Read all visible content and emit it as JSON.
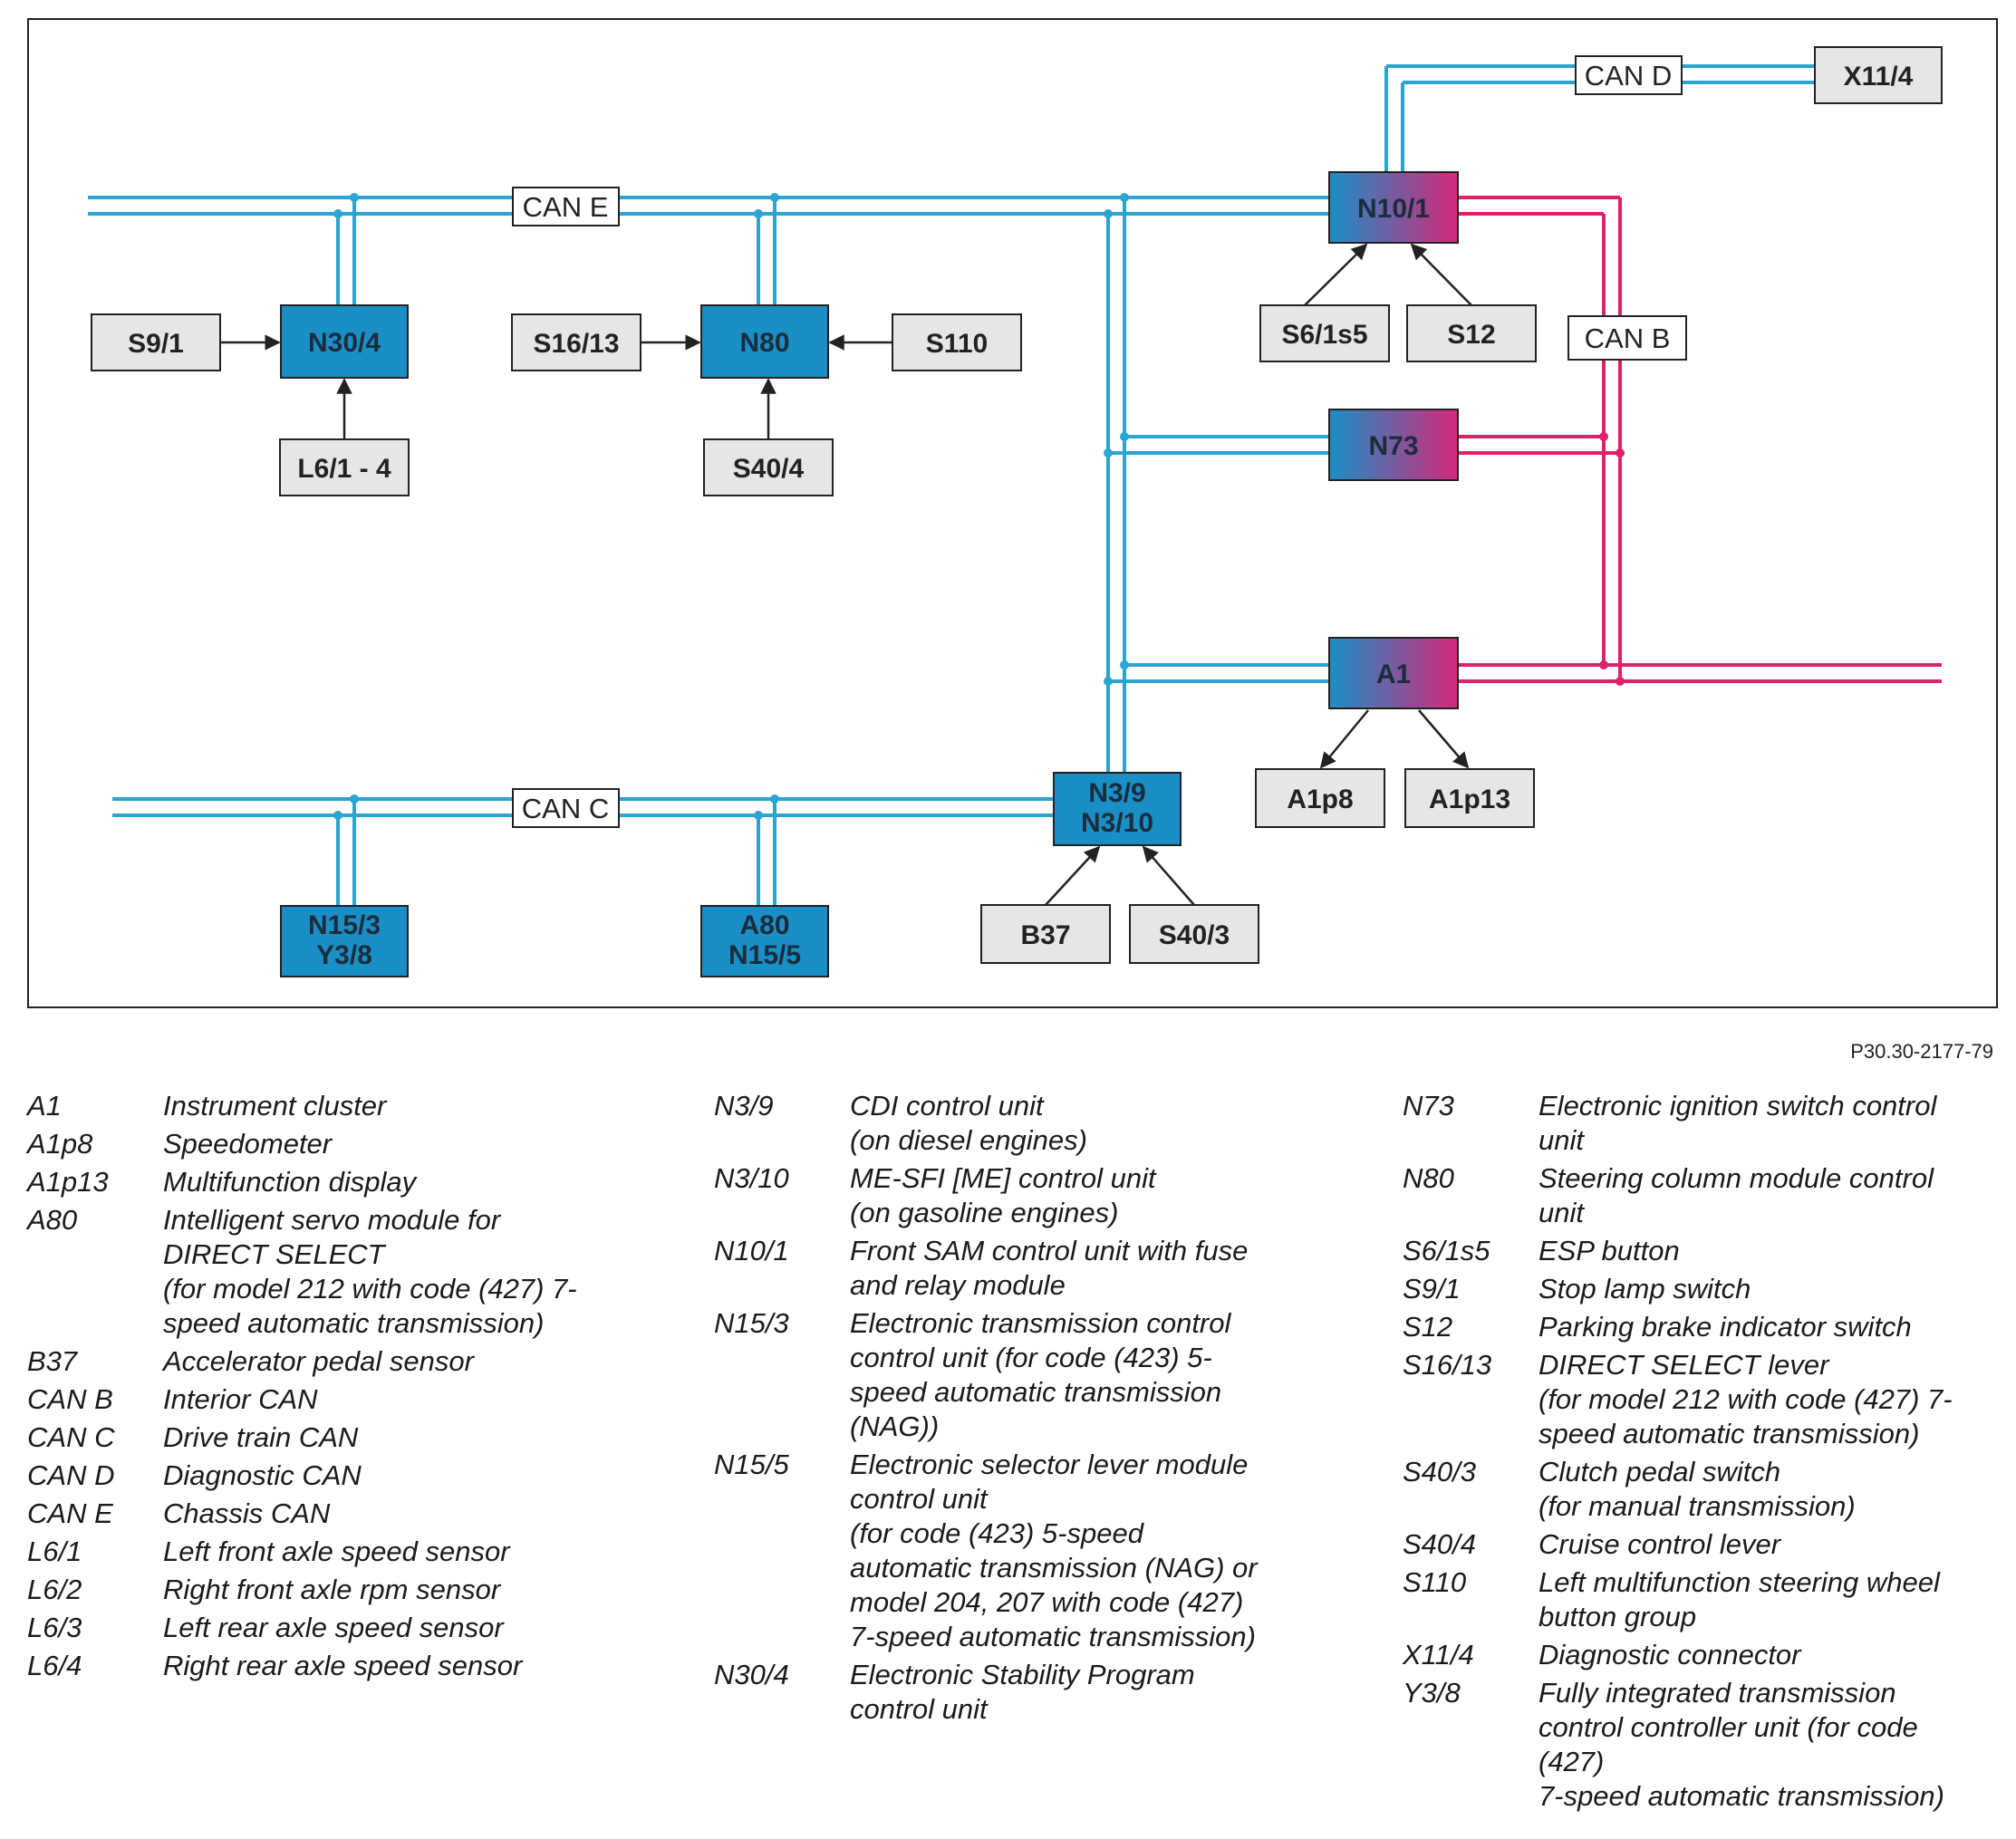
{
  "colors": {
    "can_line": "#2aa4d0",
    "can_b_line": "#e0206e",
    "module_fill": "#1a8fc6",
    "sensor_fill": "#e6e6e6",
    "gradient_start": "#1a8fc6",
    "gradient_end": "#d6287a"
  },
  "diagram": {
    "can_labels": {
      "can_d": "CAN D",
      "can_e": "CAN E",
      "can_b": "CAN B",
      "can_c": "CAN C"
    },
    "modules": {
      "n30_4": "N30/4",
      "n80": "N80",
      "n10_1": "N10/1",
      "n73": "N73",
      "a1": "A1",
      "n3_9": "N3/9",
      "n3_10": "N3/10",
      "n15_3": "N15/3",
      "y3_8": "Y3/8",
      "a80": "A80",
      "n15_5": "N15/5"
    },
    "components": {
      "x11_4": "X11/4",
      "s9_1": "S9/1",
      "l6_1_4": "L6/1 - 4",
      "s16_13": "S16/13",
      "s110": "S110",
      "s40_4": "S40/4",
      "s6_1s5": "S6/1s5",
      "s12": "S12",
      "a1p8": "A1p8",
      "a1p13": "A1p13",
      "b37": "B37",
      "s40_3": "S40/3"
    }
  },
  "figure_ref": "P30.30-2177-79",
  "legend": {
    "col1": [
      {
        "code": "A1",
        "desc": "Instrument cluster"
      },
      {
        "code": "A1p8",
        "desc": "Speedometer"
      },
      {
        "code": "A1p13",
        "desc": "Multifunction display"
      },
      {
        "code": "A80",
        "desc": "Intelligent servo module for\nDIRECT SELECT\n(for model 212 with code (427) 7-\nspeed automatic transmission)"
      },
      {
        "code": "B37",
        "desc": "Accelerator pedal sensor"
      },
      {
        "code": "CAN B",
        "desc": "Interior CAN"
      },
      {
        "code": "CAN C",
        "desc": "Drive train CAN"
      },
      {
        "code": "CAN D",
        "desc": "Diagnostic CAN"
      },
      {
        "code": "CAN E",
        "desc": "Chassis CAN"
      },
      {
        "code": "L6/1",
        "desc": "Left front axle speed sensor"
      },
      {
        "code": "L6/2",
        "desc": "Right front axle rpm sensor"
      },
      {
        "code": "L6/3",
        "desc": "Left rear axle speed sensor"
      },
      {
        "code": "L6/4",
        "desc": "Right rear axle speed sensor"
      }
    ],
    "col2": [
      {
        "code": "N3/9",
        "desc": "CDI control unit\n(on diesel engines)"
      },
      {
        "code": "N3/10",
        "desc": "ME-SFI [ME] control unit\n(on gasoline engines)"
      },
      {
        "code": "N10/1",
        "desc": "Front SAM control unit with fuse\nand relay module"
      },
      {
        "code": "N15/3",
        "desc": "Electronic transmission control\ncontrol unit (for code (423) 5-\nspeed automatic transmission\n(NAG))"
      },
      {
        "code": "N15/5",
        "desc": "Electronic selector lever module\ncontrol unit\n(for code (423) 5-speed\nautomatic transmission (NAG) or\nmodel 204, 207 with code (427)\n7-speed automatic transmission)"
      },
      {
        "code": "N30/4",
        "desc": "Electronic Stability Program\ncontrol unit"
      }
    ],
    "col3": [
      {
        "code": "N73",
        "desc": "Electronic ignition switch control\nunit"
      },
      {
        "code": "N80",
        "desc": "Steering column module control\nunit"
      },
      {
        "code": "S6/1s5",
        "desc": "ESP button"
      },
      {
        "code": "S9/1",
        "desc": "Stop lamp switch"
      },
      {
        "code": "S12",
        "desc": "Parking brake indicator switch"
      },
      {
        "code": "S16/13",
        "desc": "DIRECT SELECT lever\n(for model 212 with code (427) 7-\nspeed automatic transmission)"
      },
      {
        "code": "S40/3",
        "desc": "Clutch pedal switch\n(for manual transmission)"
      },
      {
        "code": "S40/4",
        "desc": "Cruise control lever"
      },
      {
        "code": "S110",
        "desc": "Left multifunction steering wheel\nbutton group"
      },
      {
        "code": "X11/4",
        "desc": "Diagnostic connector"
      },
      {
        "code": "Y3/8",
        "desc": "Fully integrated transmission\ncontrol controller unit (for code\n(427)\n7-speed automatic transmission)"
      }
    ]
  }
}
